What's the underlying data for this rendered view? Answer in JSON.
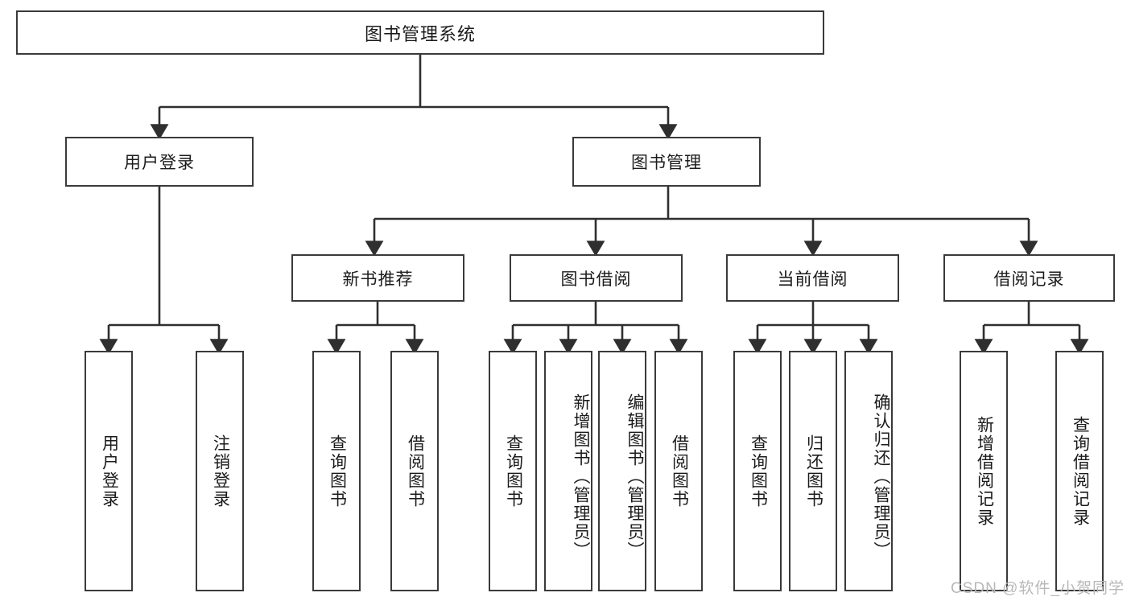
{
  "diagram": {
    "title": "图书管理系统",
    "type": "tree-hierarchy-chart",
    "root": {
      "label": "图书管理系统"
    },
    "level2": [
      {
        "label": "用户登录"
      },
      {
        "label": "图书管理"
      }
    ],
    "level3": [
      {
        "label": "新书推荐"
      },
      {
        "label": "图书借阅"
      },
      {
        "label": "当前借阅"
      },
      {
        "label": "借阅记录"
      }
    ],
    "leaves": {
      "user_login": [
        {
          "label": "用户登录"
        },
        {
          "label": "注销登录"
        }
      ],
      "new_book_recommend": [
        {
          "label": "查询图书"
        },
        {
          "label": "借阅图书"
        }
      ],
      "book_borrow": [
        {
          "label": "查询图书"
        },
        {
          "label": "新增图书（管理员）"
        },
        {
          "label": "编辑图书（管理员）"
        },
        {
          "label": "借阅图书"
        }
      ],
      "current_borrow": [
        {
          "label": "查询图书"
        },
        {
          "label": "归还图书"
        },
        {
          "label": "确认归还（管理员）"
        }
      ],
      "borrow_record": [
        {
          "label": "新增借阅记录"
        },
        {
          "label": "查询借阅记录"
        }
      ]
    }
  },
  "watermark": {
    "text": "CSDN @软件_小贺同学"
  },
  "colors": {
    "box_border": "#3a3a3a",
    "box_fill": "#ffffff",
    "line": "#2f2f2f",
    "text": "#1b1b1b",
    "watermark": "#b8b8b8"
  }
}
